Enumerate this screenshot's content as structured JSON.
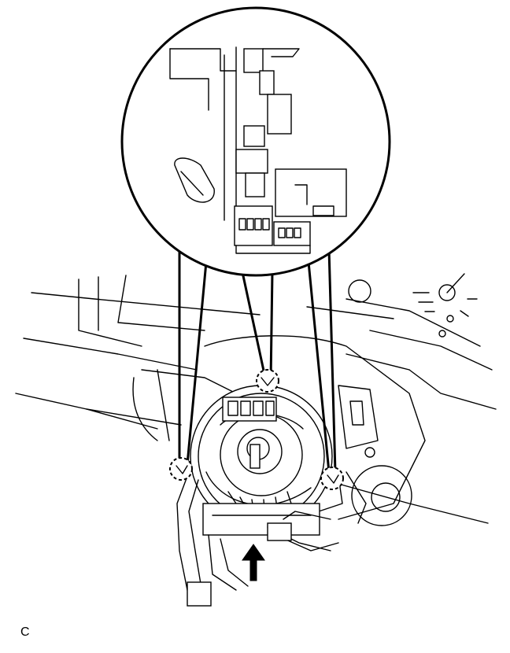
{
  "figure": {
    "label": "C"
  },
  "colors": {
    "line": "#000000",
    "background": "#ffffff"
  },
  "icons": {
    "arrow": "up-arrow-icon",
    "callouts": [
      "claw-callout-top",
      "claw-callout-left",
      "claw-callout-right"
    ]
  }
}
